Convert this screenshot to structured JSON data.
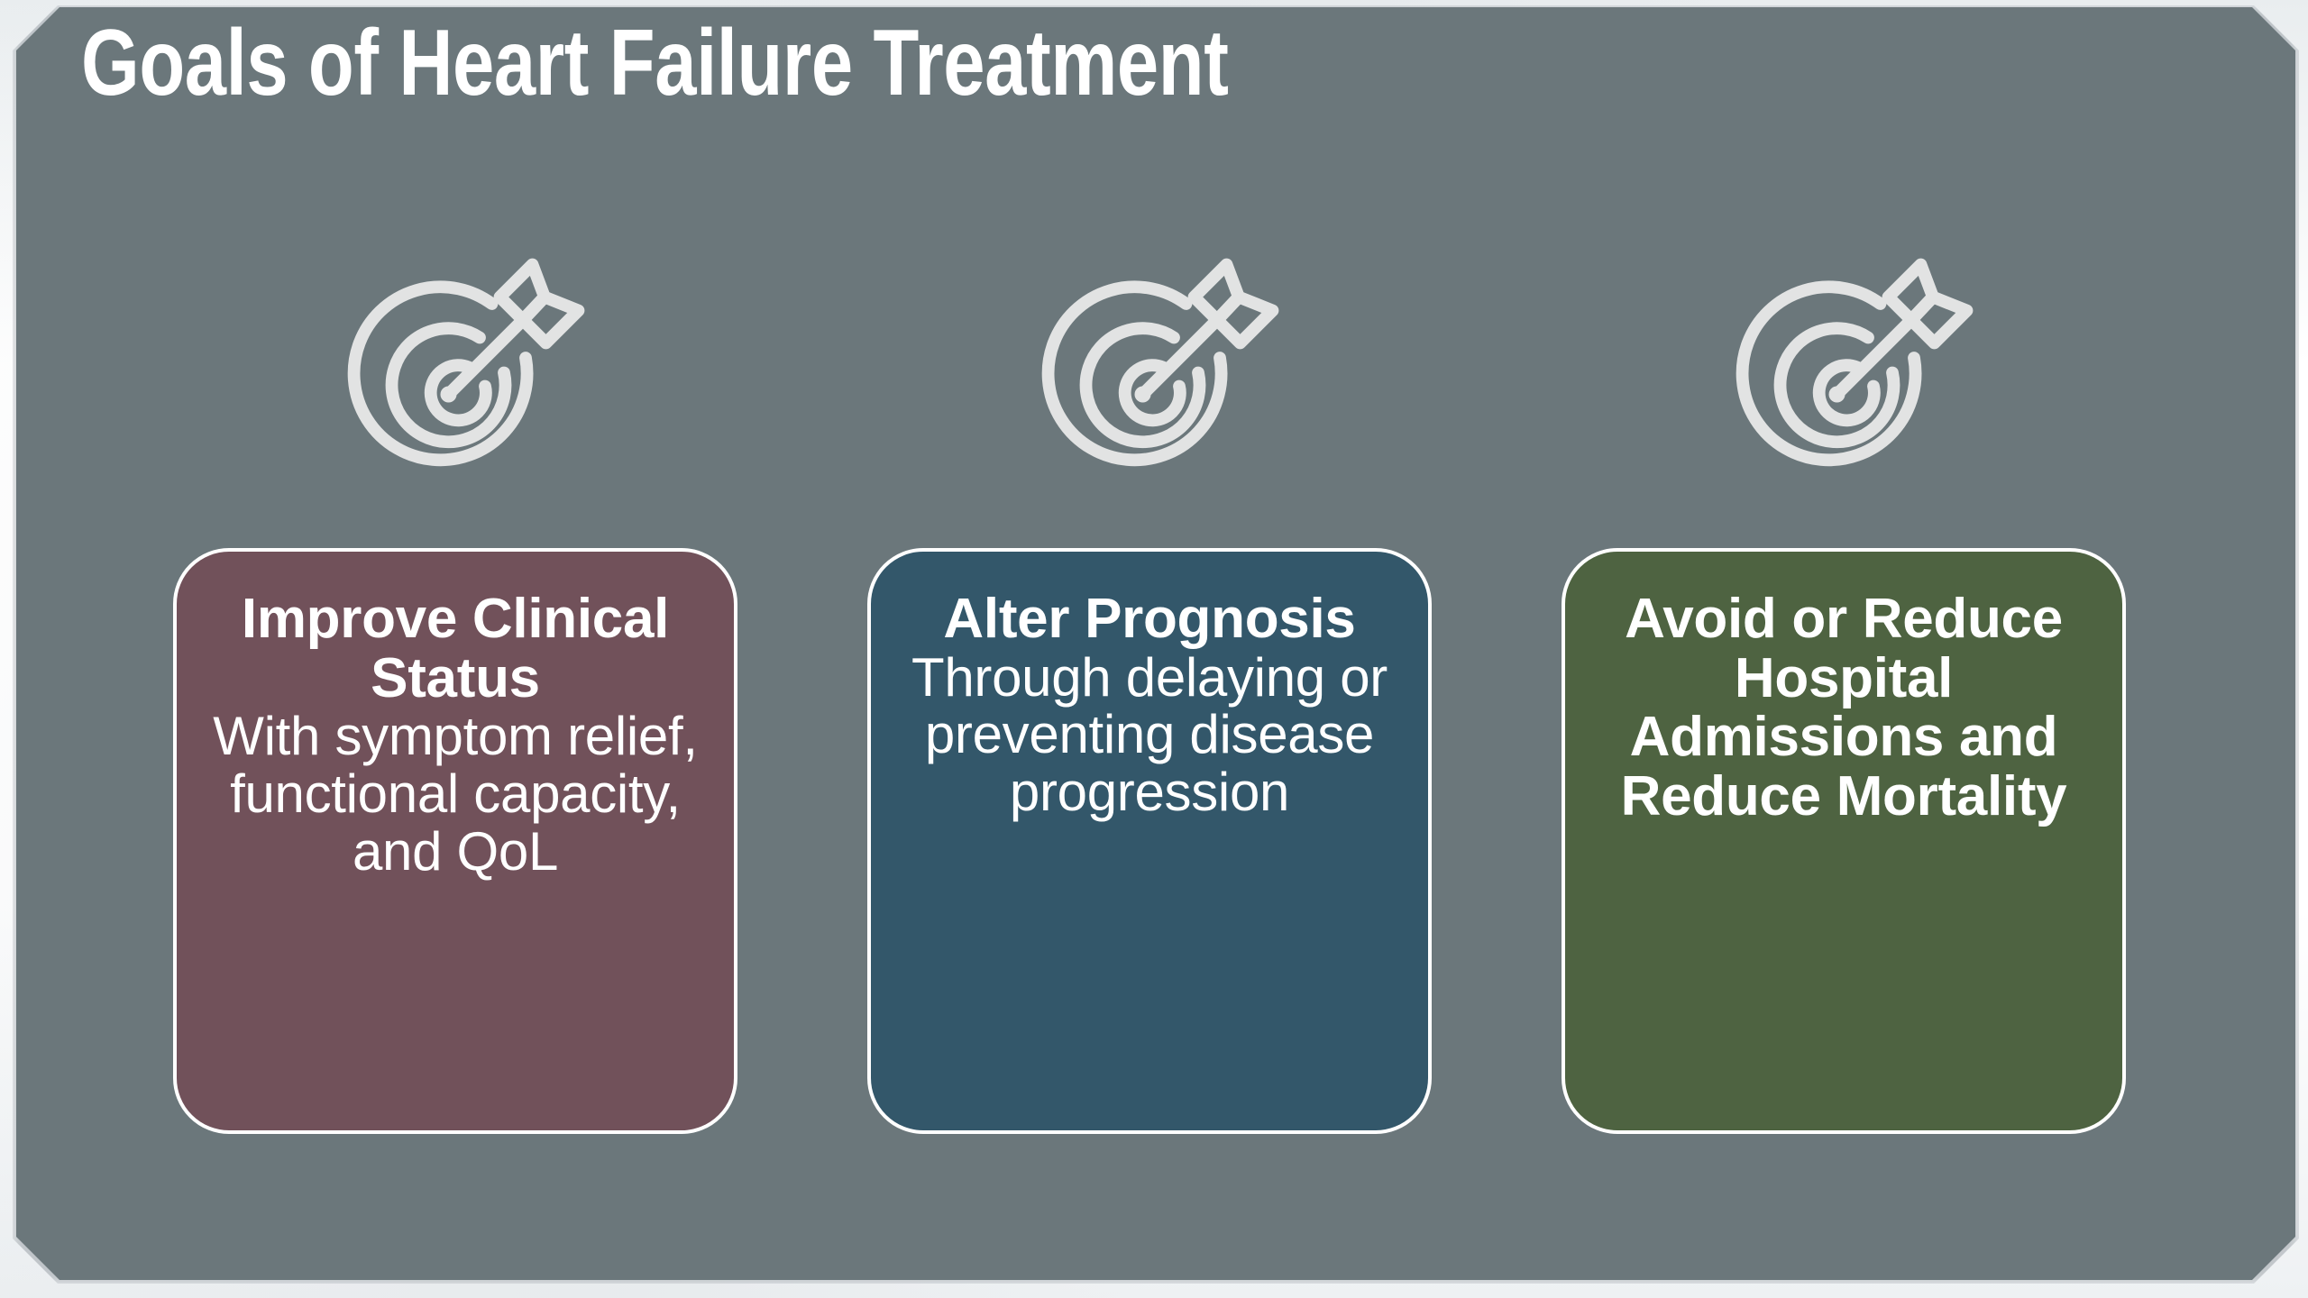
{
  "slide": {
    "title": "Goals of Heart Failure Treatment",
    "panel_color": "#6b777b",
    "title_color": "#ffffff",
    "card_border_color": "#ffffff",
    "icon_color": "#e2e3e3"
  },
  "icons": {
    "name": "target-arrow-icon",
    "label": "target with arrow"
  },
  "goals": [
    {
      "icon": "target-arrow-icon",
      "heading": "Improve Clinical Status",
      "body": "With symptom relief, functional capacity, and QoL",
      "color": "#71515a"
    },
    {
      "icon": "target-arrow-icon",
      "heading": "Alter Prognosis",
      "body": "Through delaying or preventing disease progression",
      "color": "#33576a"
    },
    {
      "icon": "target-arrow-icon",
      "heading": "Avoid or Reduce Hospital Admissions and Reduce Mortality",
      "body": "",
      "color": "#4e6341"
    }
  ]
}
